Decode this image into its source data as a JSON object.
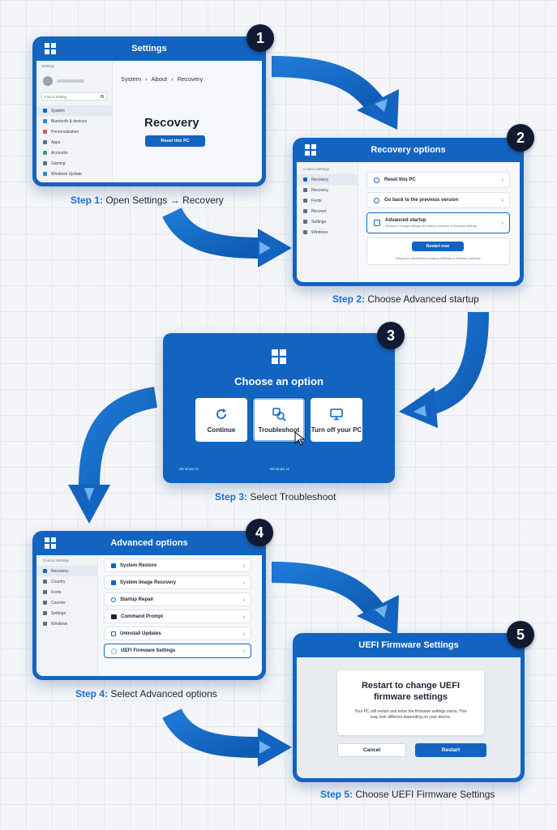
{
  "steps": [
    {
      "number": "1",
      "caption_step": "Step 1:",
      "caption_text": " Open Settings → Recovery"
    },
    {
      "number": "2",
      "caption_step": "Step 2:",
      "caption_text": " Choose Advanced startup"
    },
    {
      "number": "3",
      "caption_step": "Step 3:",
      "caption_text": " Select Troubleshoot"
    },
    {
      "number": "4",
      "caption_step": "Step 4:",
      "caption_text": " Select Advanced options"
    },
    {
      "number": "5",
      "caption_step": "Step 5:",
      "caption_text": " Choose UEFI Firmware Settings"
    }
  ],
  "settings": {
    "title": "Settings",
    "small_title": "Settings",
    "search_placeholder": "Find a setting",
    "nav": [
      "System",
      "Bluetooth & devices",
      "Personalization",
      "Apps",
      "Accounts",
      "Gaming",
      "Windows Update"
    ],
    "breadcrumb": [
      "System",
      "About",
      "Recovery"
    ],
    "heading": "Recovery",
    "reset_button": "Reset this PC"
  },
  "recovery": {
    "title": "Recovery options",
    "sidebar_header": "Control Settings",
    "nav": [
      "Recovery",
      "Recovery",
      "Fonts",
      "Recover",
      "Settings",
      "Windows"
    ],
    "rows": [
      {
        "label": "Reset this PC"
      },
      {
        "label": "Go back to the previous version"
      },
      {
        "label": "Advanced startup",
        "sub": "Restart to change settings like startup behavior or firmware settings"
      }
    ],
    "restart_button": "Restart now",
    "restart_note": "Restart to troubleshoot startup settings or firmware settings"
  },
  "choose": {
    "title": "Choose an option",
    "options": [
      "Continue",
      "Troubleshoot",
      "Turn off your PC"
    ],
    "footer_left": "Windows 11",
    "footer_mid": "Windows 11"
  },
  "advanced": {
    "title": "Advanced options",
    "sidebar_header": "Control Settings",
    "nav": [
      "Recovery",
      "Country",
      "Fonts",
      "Counter",
      "Settings",
      "Windows"
    ],
    "rows": [
      "System Restore",
      "System Image Recovery",
      "Startup Repair",
      "Command Prompt",
      "Uninstall Updates",
      "UEFI Firmware Settings"
    ]
  },
  "uefi": {
    "title": "UEFI Firmware Settings",
    "heading": "Restart to change UEFI firmware settings",
    "message": "Your PC will restart and enter the firmware settings menu. This may look different depending on your device.",
    "cancel": "Cancel",
    "restart": "Restart"
  },
  "colors": {
    "accent": "#1264c0",
    "badge": "#101b33",
    "step_label": "#1a6fd0"
  }
}
